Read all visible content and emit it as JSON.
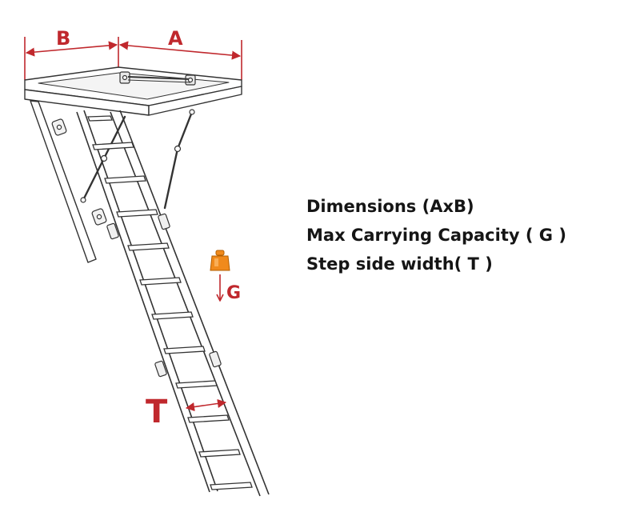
{
  "diagram": {
    "labels": {
      "b": "B",
      "a": "A",
      "g": "G",
      "t": "T"
    },
    "legend": [
      "Dimensions (AxB)",
      "Max Carrying Capacity ( G )",
      "Step side width( T )"
    ],
    "colors": {
      "accent": "#c0282d",
      "line": "#333333",
      "text": "#151515",
      "weight_icon": "#f08a1c"
    },
    "icons": [
      "weight-icon",
      "down-arrow-icon"
    ]
  }
}
